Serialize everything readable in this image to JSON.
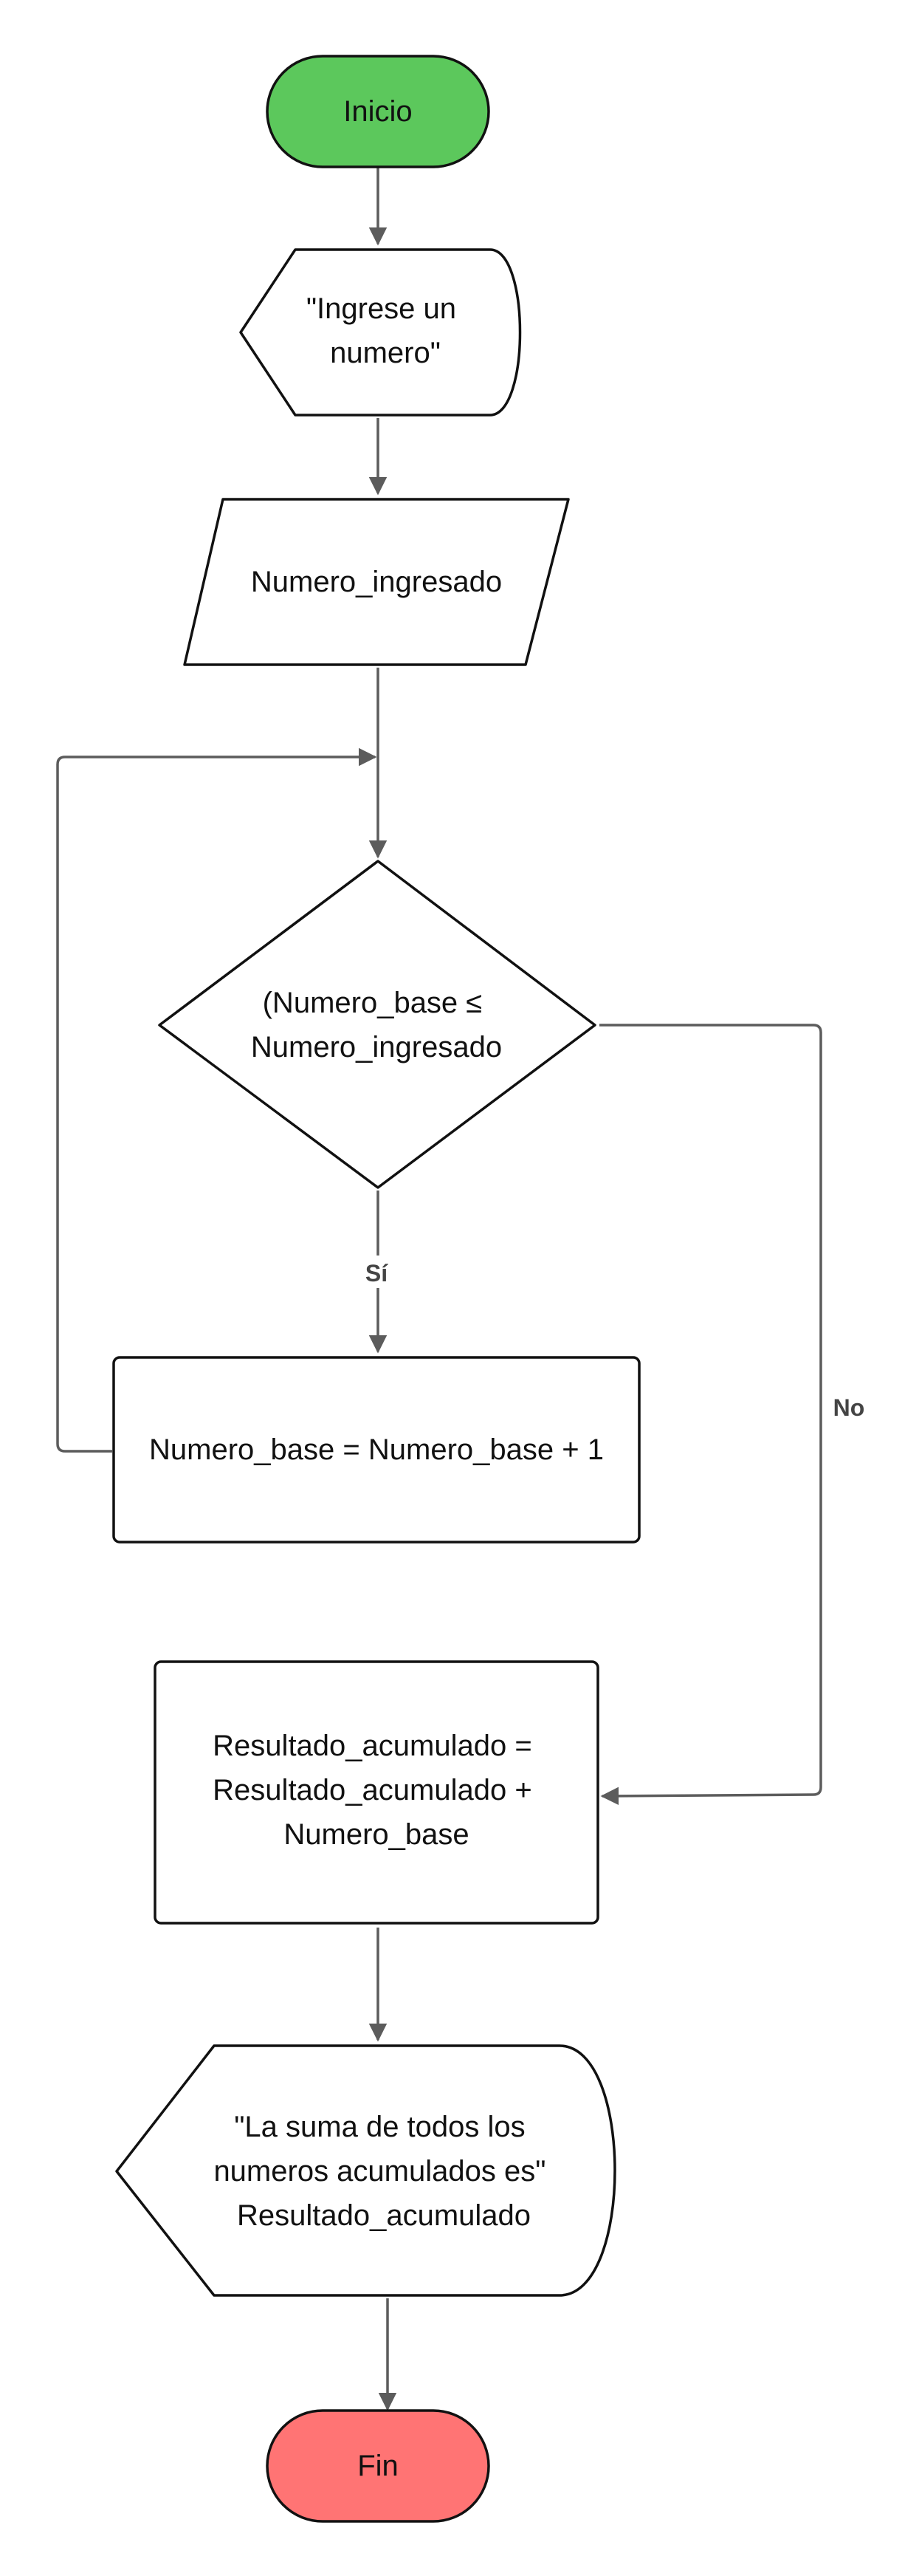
{
  "colors": {
    "start_fill": "#5cc85c",
    "end_fill": "#ff7474",
    "node_fill": "#ffffff",
    "stroke": "#111111",
    "edge": "#5c5c5c"
  },
  "nodes": {
    "start": {
      "lines": [
        "Inicio"
      ]
    },
    "prompt": {
      "lines": [
        "\"Ingrese un",
        "numero\""
      ]
    },
    "input": {
      "lines": [
        "Numero_ingresado"
      ]
    },
    "condition": {
      "lines": [
        "(Numero_base ≤",
        "Numero_ingresado"
      ]
    },
    "increment": {
      "lines": [
        "Numero_base = Numero_base + 1"
      ]
    },
    "accumulate": {
      "lines": [
        "Resultado_acumulado =",
        "Resultado_acumulado +",
        "Numero_base"
      ]
    },
    "output": {
      "lines": [
        "\"La suma de todos los",
        "numeros acumulados es\"",
        "Resultado_acumulado"
      ]
    },
    "end": {
      "lines": [
        "Fin"
      ]
    }
  },
  "edges": {
    "yes_label": "Sí",
    "no_label": "No"
  }
}
